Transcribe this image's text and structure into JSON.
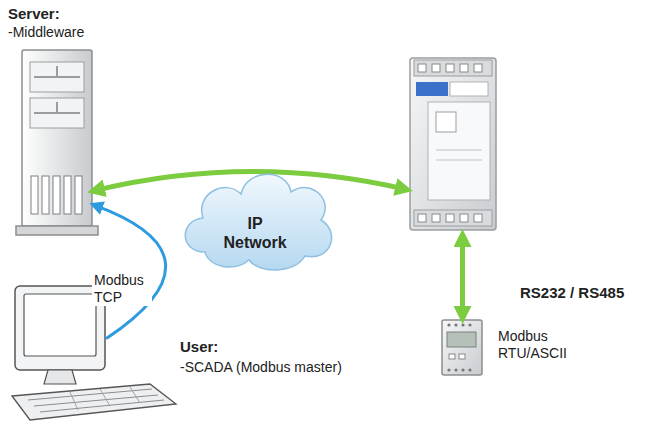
{
  "diagram": {
    "nodes": [
      {
        "text": [
          "Server:",
          "-Middleware"
        ]
      },
      {
        "text": [
          "IP Network"
        ]
      },
      {
        "text": []
      },
      {
        "text": [
          "Modbus RTU/ASCII"
        ]
      },
      {
        "text": [
          "User:",
          "-SCADA (Modbus master)"
        ]
      }
    ],
    "edges": [
      {
        "from": 0,
        "to": 2,
        "arrow": "both"
      },
      {
        "from": 2,
        "to": 3,
        "label": "RS232 / RS485",
        "arrow": "both"
      },
      {
        "from": 4,
        "to": 0,
        "label": "Modbus TCP",
        "arrow": "to"
      }
    ]
  }
}
